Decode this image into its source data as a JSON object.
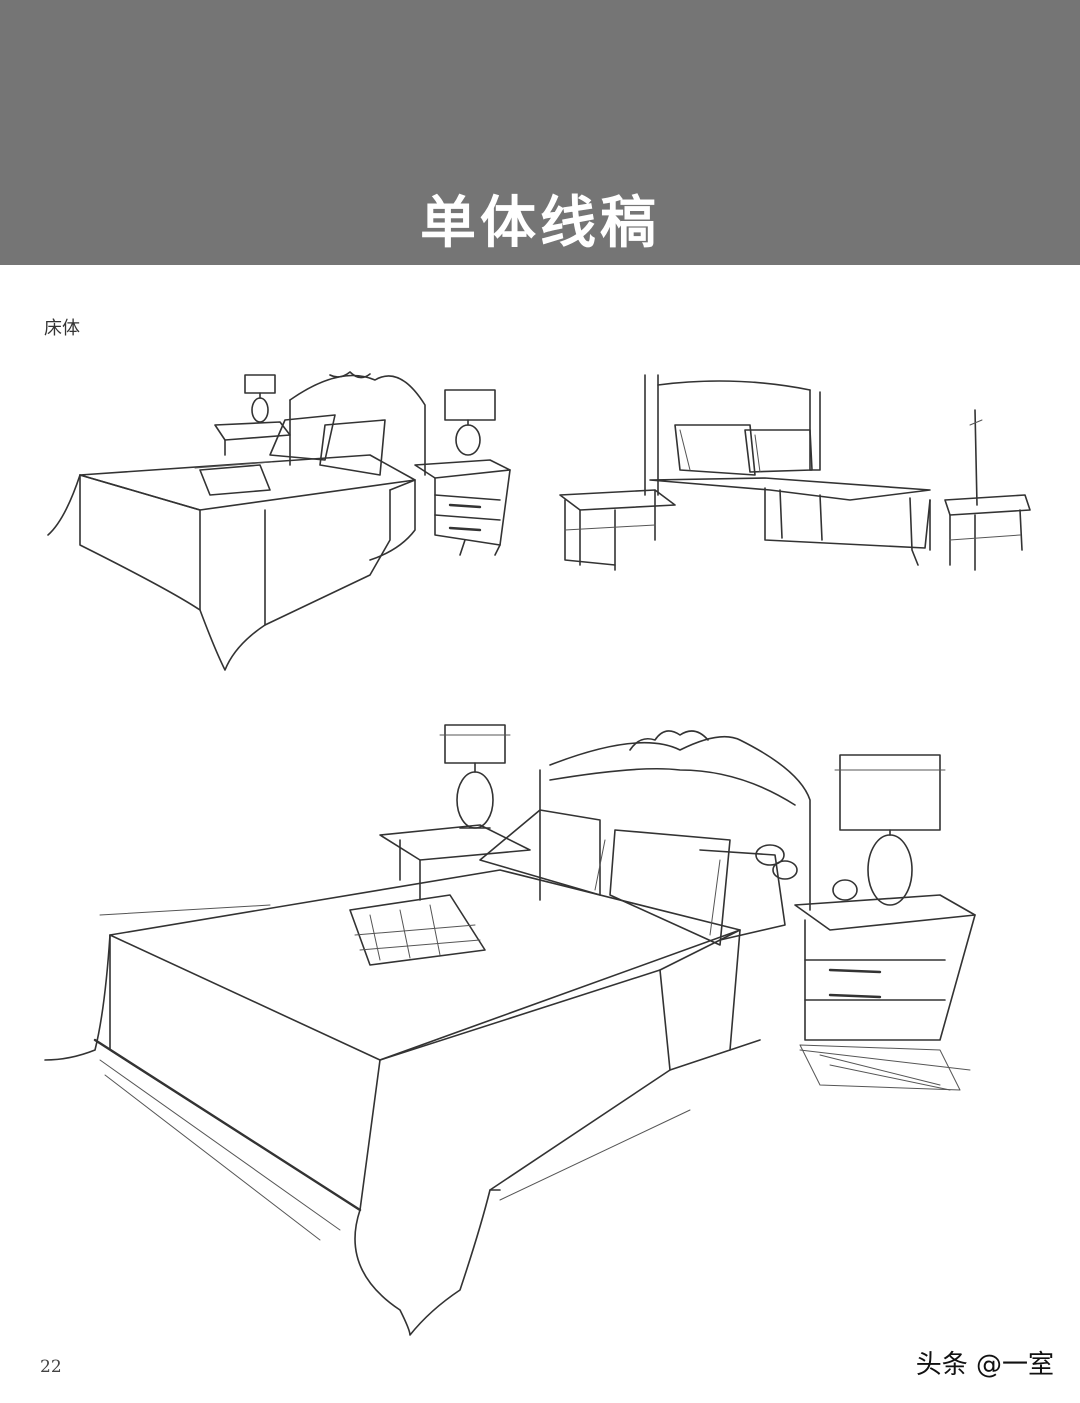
{
  "header": {
    "title": "单体线稿",
    "band_color": "#757575"
  },
  "section": {
    "label": "床体"
  },
  "figures": [
    {
      "name": "bed-sketch-top-left"
    },
    {
      "name": "bed-sketch-top-right"
    },
    {
      "name": "bed-sketch-large"
    }
  ],
  "footer": {
    "page_number": "22",
    "watermark": "头条 @一室"
  }
}
